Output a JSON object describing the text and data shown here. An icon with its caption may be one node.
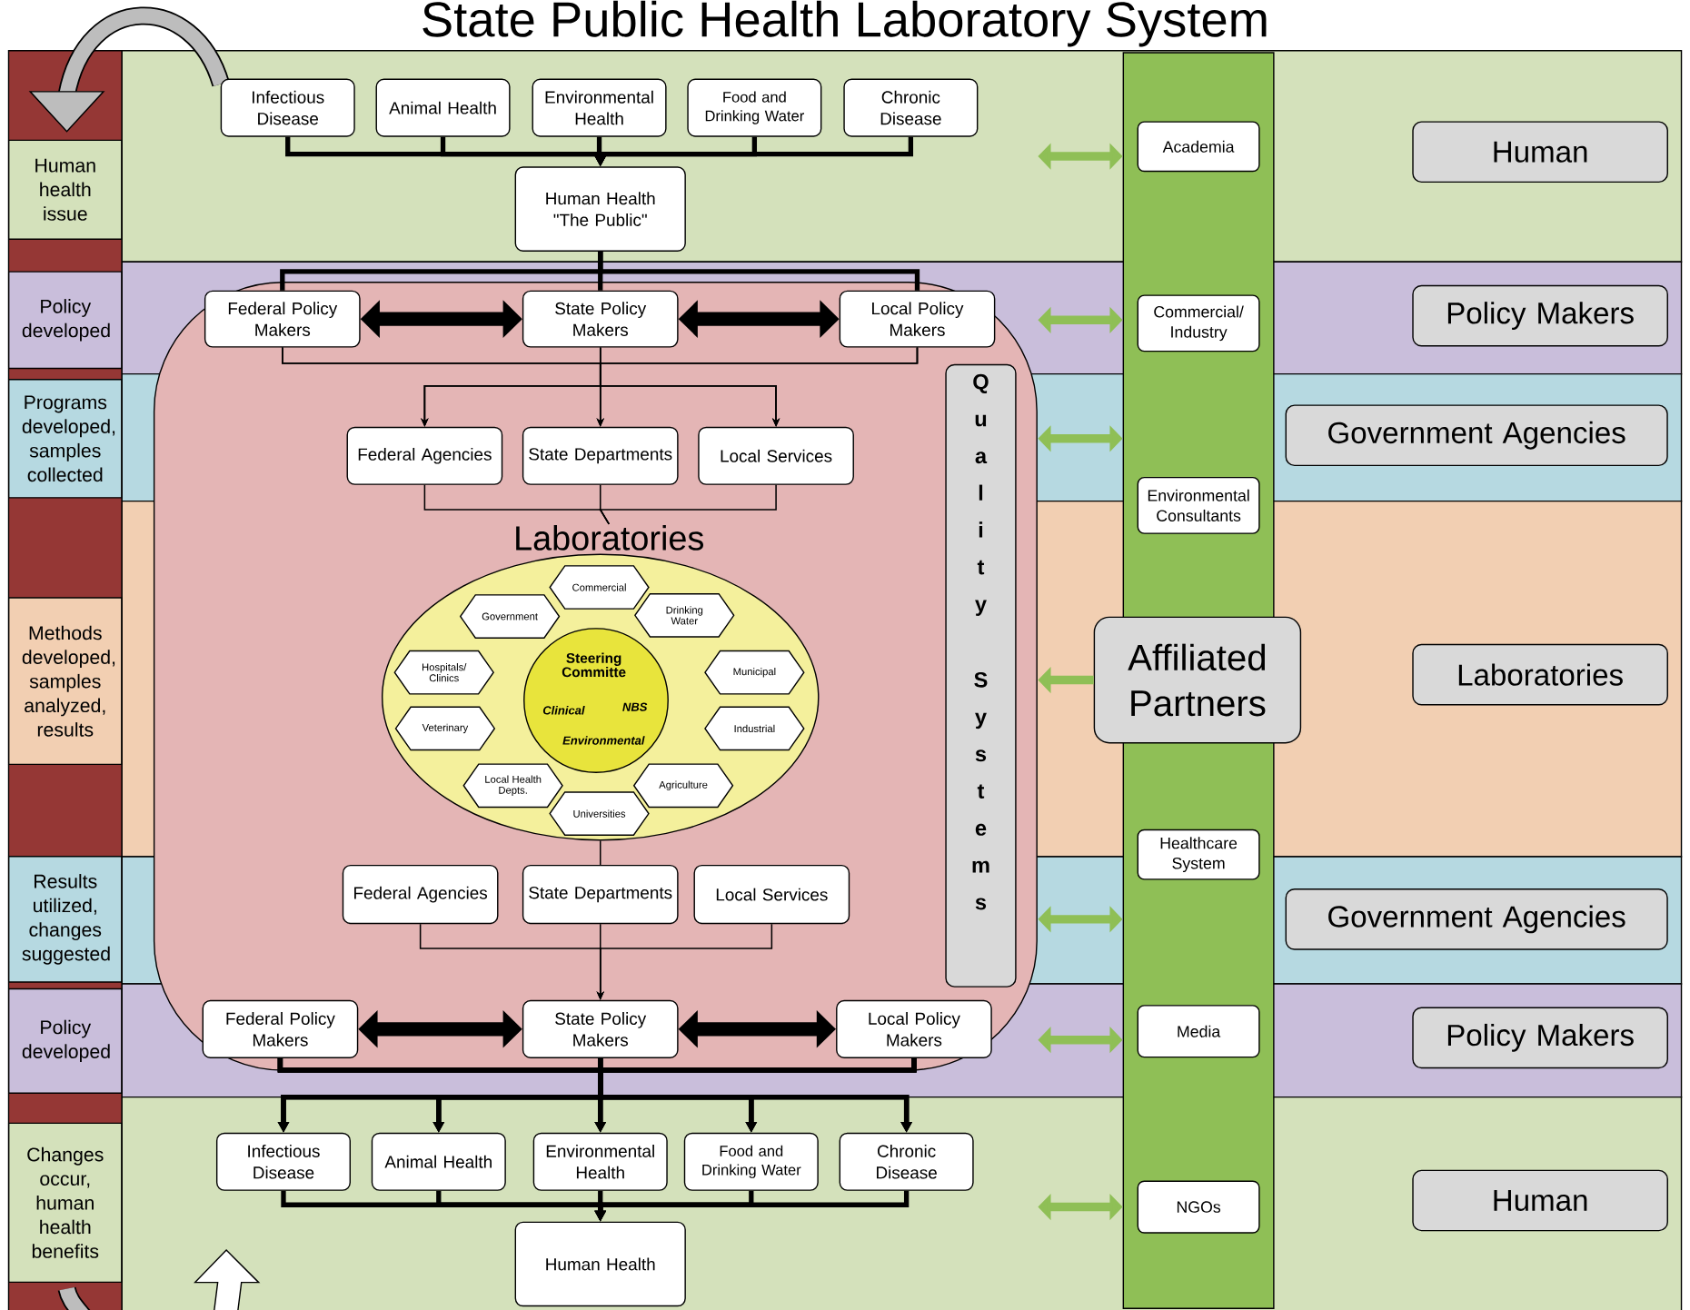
{
  "diagram": {
    "title": "State Public Health Laboratory System",
    "nodes": [
      {
        "text": [
          "Human health issue"
        ]
      },
      {
        "text": [
          "Policy developed"
        ]
      },
      {
        "text": [
          "Programs developed, samples collected"
        ]
      },
      {
        "text": [
          "Methods developed, samples analyzed, results"
        ]
      },
      {
        "text": [
          "Results utilized, changes suggested"
        ]
      },
      {
        "text": [
          "Policy developed"
        ]
      },
      {
        "text": [
          "Changes occur, human health benefits"
        ]
      },
      {
        "text": [
          "Infectious Disease"
        ]
      },
      {
        "text": [
          "Animal Health"
        ]
      },
      {
        "text": [
          "Environmental Health"
        ]
      },
      {
        "text": [
          "Food and Drinking Water"
        ]
      },
      {
        "text": [
          "Chronic Disease"
        ]
      },
      {
        "text": [
          "Human Health \"The Public\""
        ]
      },
      {
        "text": [
          "Federal Policy Makers"
        ]
      },
      {
        "text": [
          "State Policy Makers"
        ]
      },
      {
        "text": [
          "Local Policy Makers"
        ]
      },
      {
        "text": [
          "Federal Agencies"
        ]
      },
      {
        "text": [
          "State Departments"
        ]
      },
      {
        "text": [
          "Local Services"
        ]
      },
      {
        "text": [
          "Laboratories"
        ]
      },
      {
        "text": [
          "Steering Committe",
          "Clinical",
          "NBS",
          "Environmental"
        ],
        "in": 19
      },
      {
        "text": [
          "Commercial"
        ],
        "in": 19
      },
      {
        "text": [
          "Government"
        ],
        "in": 19
      },
      {
        "text": [
          "Drinking Water"
        ],
        "in": 19
      },
      {
        "text": [
          "Hospitals/ Clinics"
        ],
        "in": 19
      },
      {
        "text": [
          "Municipal"
        ],
        "in": 19
      },
      {
        "text": [
          "Veterinary"
        ],
        "in": 19
      },
      {
        "text": [
          "Industrial"
        ],
        "in": 19
      },
      {
        "text": [
          "Local Health Depts."
        ],
        "in": 19
      },
      {
        "text": [
          "Agriculture"
        ],
        "in": 19
      },
      {
        "text": [
          "Universities"
        ],
        "in": 19
      },
      {
        "text": [
          "Quality Systems"
        ]
      },
      {
        "text": [
          "Federal Agencies"
        ]
      },
      {
        "text": [
          "State Departments"
        ]
      },
      {
        "text": [
          "Local Services"
        ]
      },
      {
        "text": [
          "Federal Policy Makers"
        ]
      },
      {
        "text": [
          "State Policy Makers"
        ]
      },
      {
        "text": [
          "Local Policy Makers"
        ]
      },
      {
        "text": [
          "Infectious Disease"
        ]
      },
      {
        "text": [
          "Animal Health"
        ]
      },
      {
        "text": [
          "Environmental Health"
        ]
      },
      {
        "text": [
          "Food and Drinking Water"
        ]
      },
      {
        "text": [
          "Chronic Disease"
        ]
      },
      {
        "text": [
          "Human Health"
        ]
      },
      {
        "text": [],
        "shape": "bar"
      },
      {
        "text": [
          "Academia"
        ],
        "in": 44
      },
      {
        "text": [
          "Commercial/ Industry"
        ],
        "in": 44
      },
      {
        "text": [
          "Environmental Consultants"
        ],
        "in": 44
      },
      {
        "text": [
          "Affiliated Partners"
        ]
      },
      {
        "text": [
          "Healthcare System"
        ],
        "in": 44
      },
      {
        "text": [
          "Media"
        ],
        "in": 44
      },
      {
        "text": [
          "NGOs"
        ],
        "in": 44
      },
      {
        "text": [
          "Human"
        ]
      },
      {
        "text": [
          "Policy Makers"
        ]
      },
      {
        "text": [
          "Government Agencies"
        ]
      },
      {
        "text": [
          "Laboratories"
        ]
      },
      {
        "text": [
          "Government Agencies"
        ]
      },
      {
        "text": [
          "Policy Makers"
        ]
      },
      {
        "text": [
          "Human"
        ]
      }
    ],
    "edges": [
      {
        "from": 7,
        "to": 12,
        "arrow": "to"
      },
      {
        "from": 8,
        "to": 12,
        "arrow": "to"
      },
      {
        "from": 9,
        "to": 12,
        "arrow": "to"
      },
      {
        "from": 10,
        "to": 12,
        "arrow": "to"
      },
      {
        "from": 11,
        "to": 12,
        "arrow": "to"
      },
      {
        "from": 12,
        "to": 13,
        "arrow": "none"
      },
      {
        "from": 12,
        "to": 14,
        "arrow": "none"
      },
      {
        "from": 12,
        "to": 15,
        "arrow": "none"
      },
      {
        "from": 13,
        "to": 14,
        "arrow": "both",
        "style": "thick"
      },
      {
        "from": 14,
        "to": 15,
        "arrow": "both",
        "style": "thick"
      },
      {
        "from": 13,
        "to": 16,
        "arrow": "to"
      },
      {
        "from": 13,
        "to": 17,
        "arrow": "to"
      },
      {
        "from": 13,
        "to": 18,
        "arrow": "to"
      },
      {
        "from": 14,
        "to": 16,
        "arrow": "to"
      },
      {
        "from": 14,
        "to": 17,
        "arrow": "to"
      },
      {
        "from": 14,
        "to": 18,
        "arrow": "to"
      },
      {
        "from": 15,
        "to": 16,
        "arrow": "to"
      },
      {
        "from": 15,
        "to": 17,
        "arrow": "to"
      },
      {
        "from": 15,
        "to": 18,
        "arrow": "to"
      },
      {
        "from": 16,
        "to": 19,
        "arrow": "none"
      },
      {
        "from": 17,
        "to": 19,
        "arrow": "none"
      },
      {
        "from": 18,
        "to": 19,
        "arrow": "none"
      },
      {
        "from": 19,
        "to": 33,
        "arrow": "none"
      },
      {
        "from": 32,
        "to": 36,
        "arrow": "to"
      },
      {
        "from": 33,
        "to": 36,
        "arrow": "to"
      },
      {
        "from": 34,
        "to": 36,
        "arrow": "to"
      },
      {
        "from": 35,
        "to": 36,
        "arrow": "both",
        "style": "thick"
      },
      {
        "from": 36,
        "to": 37,
        "arrow": "both",
        "style": "thick"
      },
      {
        "from": 35,
        "to": 38,
        "arrow": "to"
      },
      {
        "from": 35,
        "to": 39,
        "arrow": "to"
      },
      {
        "from": 35,
        "to": 40,
        "arrow": "to"
      },
      {
        "from": 35,
        "to": 41,
        "arrow": "to"
      },
      {
        "from": 35,
        "to": 42,
        "arrow": "to"
      },
      {
        "from": 36,
        "to": 38,
        "arrow": "to"
      },
      {
        "from": 36,
        "to": 39,
        "arrow": "to"
      },
      {
        "from": 36,
        "to": 40,
        "arrow": "to"
      },
      {
        "from": 36,
        "to": 41,
        "arrow": "to"
      },
      {
        "from": 36,
        "to": 42,
        "arrow": "to"
      },
      {
        "from": 37,
        "to": 38,
        "arrow": "to"
      },
      {
        "from": 37,
        "to": 39,
        "arrow": "to"
      },
      {
        "from": 37,
        "to": 40,
        "arrow": "to"
      },
      {
        "from": 37,
        "to": 41,
        "arrow": "to"
      },
      {
        "from": 37,
        "to": 42,
        "arrow": "to"
      },
      {
        "from": 38,
        "to": 43,
        "arrow": "to"
      },
      {
        "from": 39,
        "to": 43,
        "arrow": "to"
      },
      {
        "from": 40,
        "to": 43,
        "arrow": "to"
      },
      {
        "from": 41,
        "to": 43,
        "arrow": "to"
      },
      {
        "from": 42,
        "to": 43,
        "arrow": "to"
      },
      {
        "from": null,
        "to": 44,
        "arrow": "both",
        "color": "#8fbf56"
      },
      {
        "from": null,
        "to": 44,
        "arrow": "both",
        "color": "#8fbf56"
      },
      {
        "from": null,
        "to": 44,
        "arrow": "both",
        "color": "#8fbf56"
      },
      {
        "from": null,
        "to": 44,
        "arrow": "both",
        "color": "#8fbf56"
      },
      {
        "from": null,
        "to": 44,
        "arrow": "both",
        "color": "#8fbf56"
      },
      {
        "from": null,
        "to": 44,
        "arrow": "both",
        "color": "#8fbf56"
      },
      {
        "from": 48,
        "to": null,
        "arrow": "to",
        "color": "#8fbf56"
      }
    ]
  }
}
